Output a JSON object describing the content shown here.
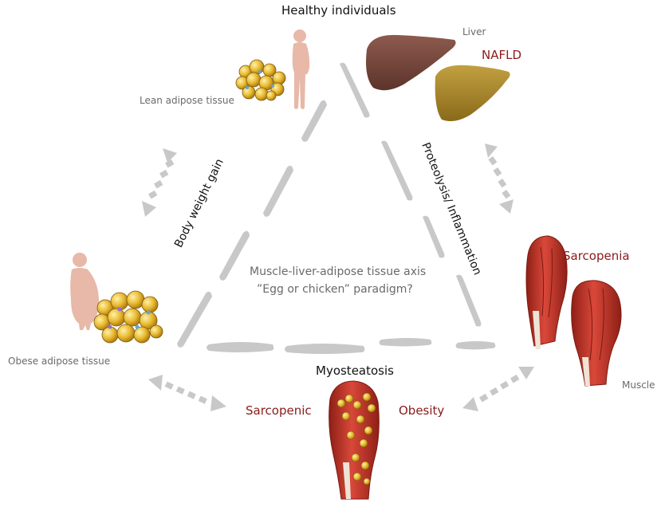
{
  "labels": {
    "healthy": "Healthy individuals",
    "liver": "Liver",
    "nafld": "NAFLD",
    "lean": "Lean adipose tissue",
    "obese": "Obese adipose tissue",
    "sarcopenia": "Sarcopenia",
    "muscle": "Muscle",
    "myosteatosis": "Myosteatosis",
    "sarcopenic": "Sarcopenic",
    "obesity": "Obesity",
    "body_weight_gain": "Body weight gain",
    "proteolysis": "Proteolysis/ Inflammation",
    "axis_line1": "Muscle-liver-adipose tissue axis",
    "axis_line2": "”Egg or chicken” paradigm?"
  },
  "colors": {
    "text_dark": "#111111",
    "text_gray": "#6a6a6a",
    "text_red": "#8b1a1a",
    "arrow_gray": "#c8c8c8",
    "skin": "#e8b8a8",
    "liver_healthy": "#7a4a40",
    "liver_nafld": "#a8862a",
    "muscle_red": "#c0392b",
    "fat_yellow": "#e8b930"
  },
  "icons": [
    "human-silhouette-lean-icon",
    "human-silhouette-obese-icon",
    "liver-icon",
    "fat-cluster-icon",
    "muscle-icon",
    "double-arrow-icon"
  ]
}
